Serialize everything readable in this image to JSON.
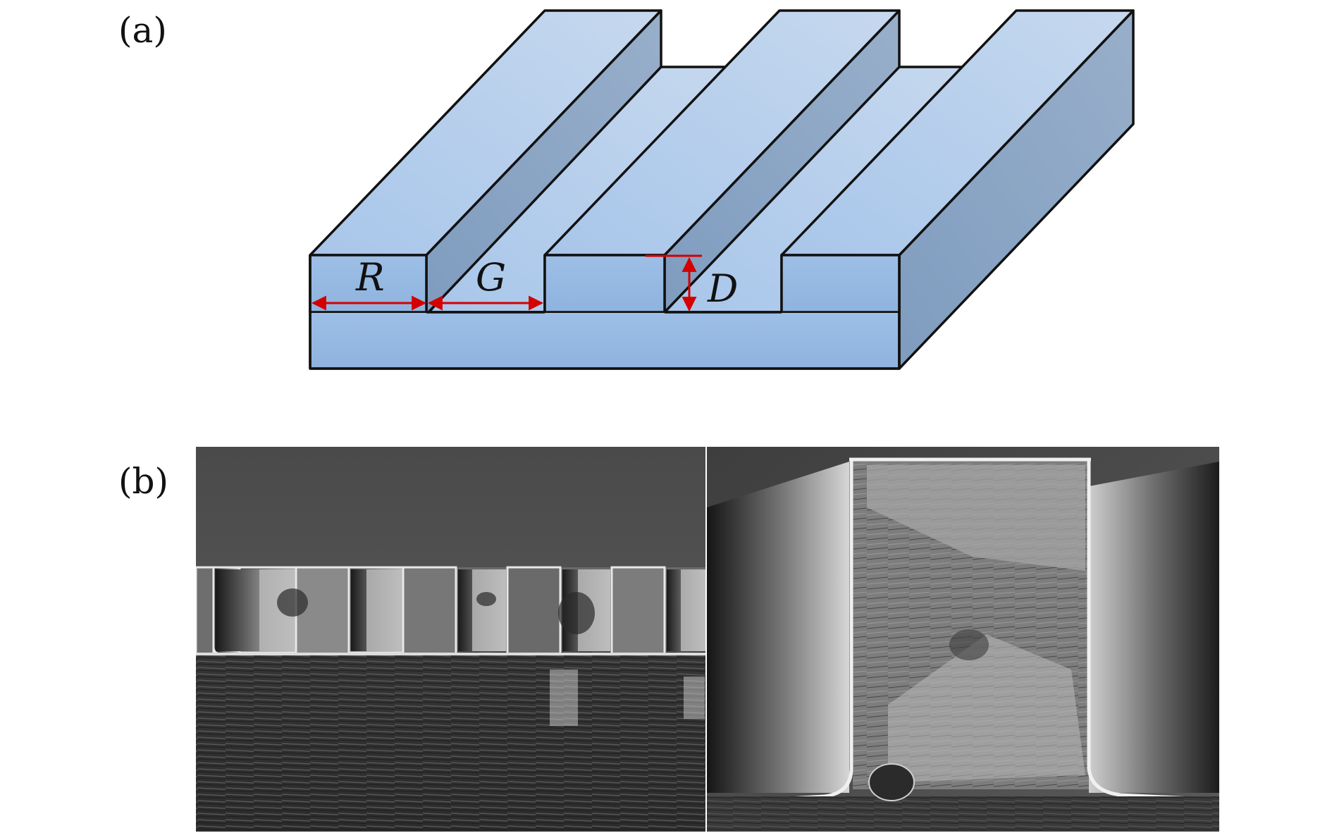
{
  "figure": {
    "panel_a": {
      "label": "(a)",
      "dimensions": {
        "ridge_width": "R",
        "groove_width": "G",
        "groove_depth": "D"
      }
    },
    "panel_b": {
      "label": "(b)"
    }
  },
  "colors": {
    "face_top": "#b9d1ea",
    "face_front": "#93b9e3",
    "face_side": "#8aa4c2",
    "outline": "#111111",
    "arrow": "#d40000"
  }
}
